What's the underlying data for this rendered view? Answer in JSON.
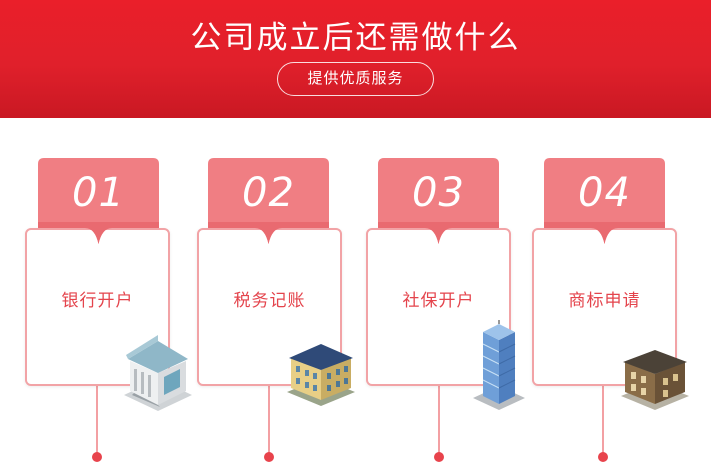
{
  "banner": {
    "title": "公司成立后还需做什么",
    "subtitle": "提供优质服务",
    "color": "#e0202b"
  },
  "steps": [
    {
      "number": "01",
      "label": "银行开户",
      "icon": "bank-building-icon"
    },
    {
      "number": "02",
      "label": "税务记账",
      "icon": "tax-office-building-icon"
    },
    {
      "number": "03",
      "label": "社保开户",
      "icon": "office-tower-icon"
    },
    {
      "number": "04",
      "label": "商标申请",
      "icon": "trademark-office-building-icon"
    }
  ],
  "colors": {
    "accent": "#e4444c",
    "tab": "#f07e83",
    "card_border": "#f2a3a6"
  }
}
